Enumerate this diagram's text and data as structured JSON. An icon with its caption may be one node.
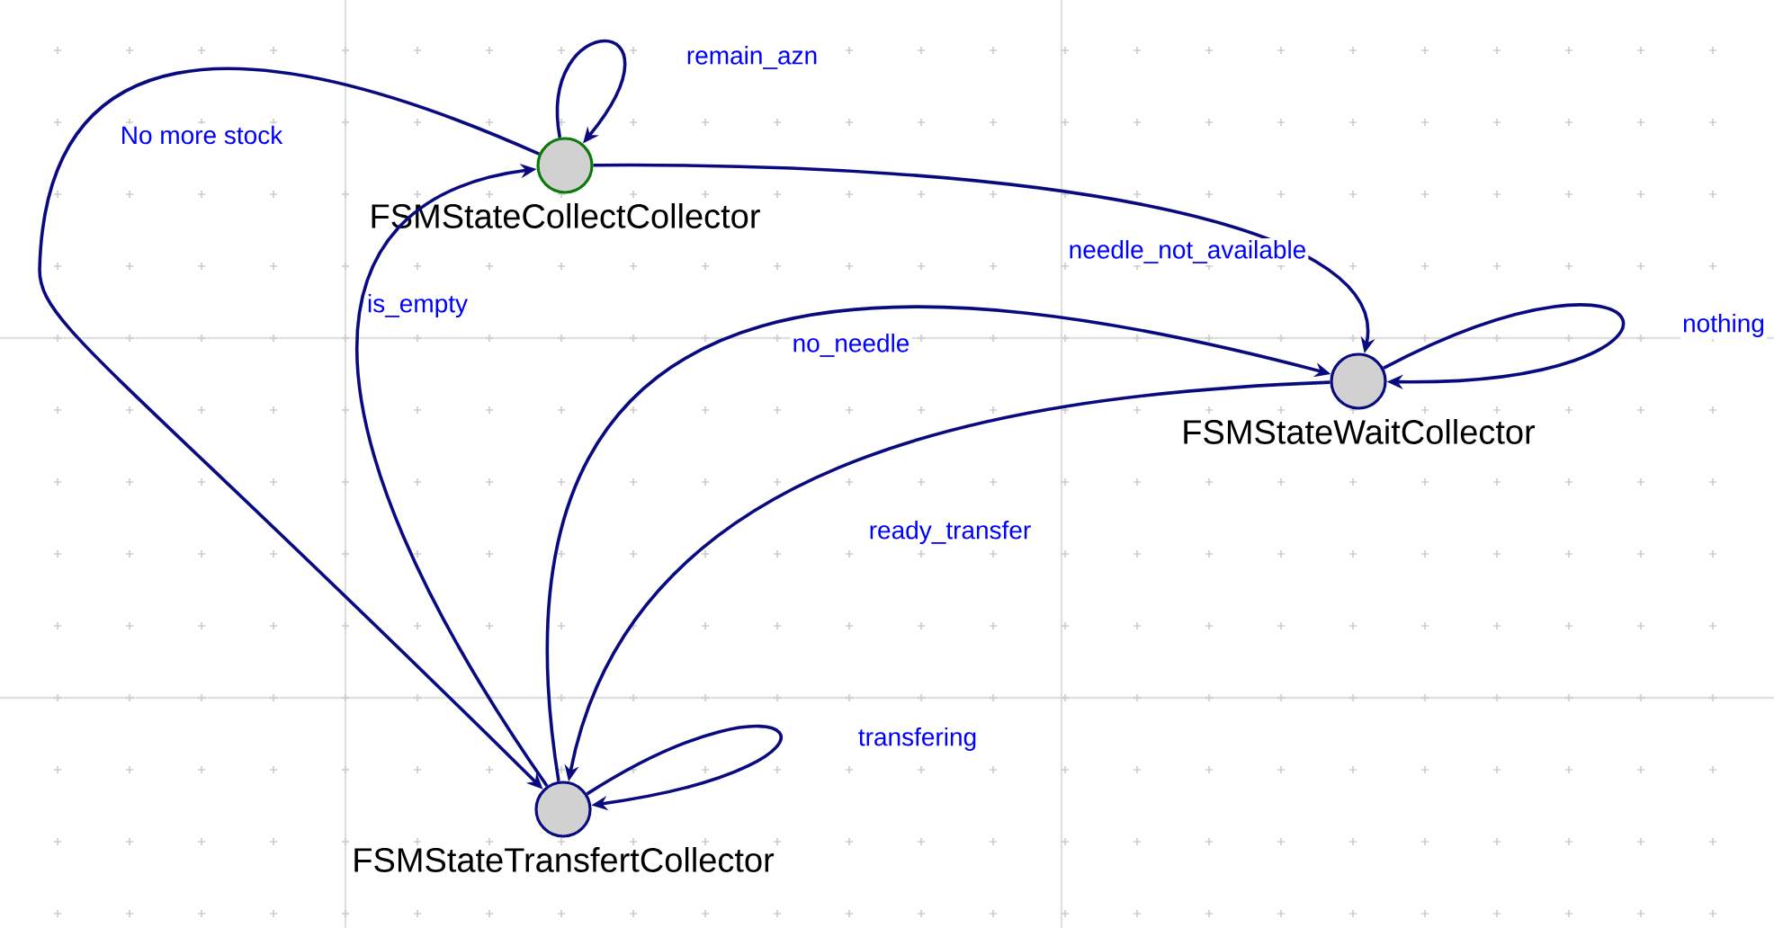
{
  "diagram": {
    "nodes": [
      {
        "text": [
          "FSMStateCollectCollector"
        ]
      },
      {
        "text": [
          "FSMStateWaitCollector"
        ]
      },
      {
        "text": [
          "FSMStateTransfertCollector"
        ]
      }
    ],
    "edges": [
      {
        "from": 0,
        "to": 0,
        "arrow": "to",
        "label": "remain_azn"
      },
      {
        "from": 0,
        "to": 1,
        "arrow": "to",
        "label": "needle_not_available"
      },
      {
        "from": 0,
        "to": 2,
        "arrow": "to",
        "label": "No more stock"
      },
      {
        "from": 2,
        "to": 0,
        "arrow": "to",
        "label": "is_empty"
      },
      {
        "from": 2,
        "to": 1,
        "arrow": "to",
        "label": "no_needle"
      },
      {
        "from": 1,
        "to": 2,
        "arrow": "to",
        "label": "ready_transfer"
      },
      {
        "from": 1,
        "to": 1,
        "arrow": "to",
        "label": "nothing"
      },
      {
        "from": 2,
        "to": 2,
        "arrow": "to",
        "label": "transfering"
      }
    ]
  }
}
